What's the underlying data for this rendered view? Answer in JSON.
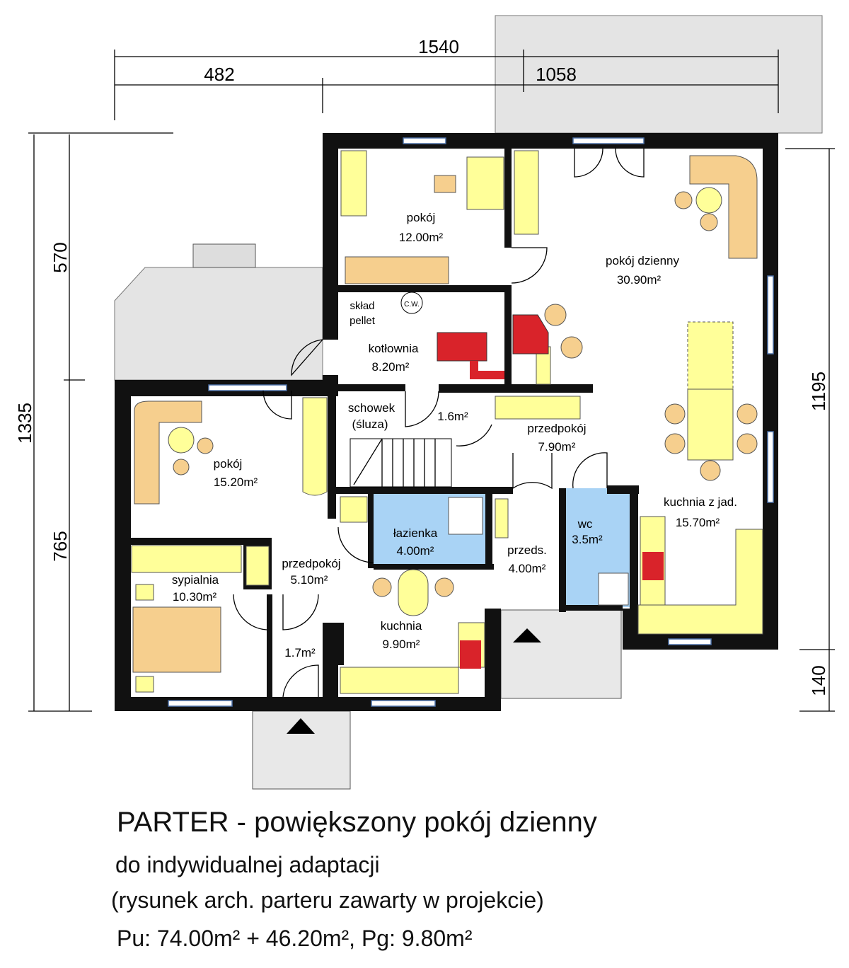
{
  "dimensions": {
    "total_width": "1540",
    "left_width": "482",
    "right_width": "1058",
    "total_depth": "1335",
    "upper_depth": "570",
    "lower_depth": "765",
    "right_depth": "1195",
    "right_offset": "140"
  },
  "rooms": [
    {
      "name": "pokój",
      "area": "12.00m²"
    },
    {
      "name": "pokój dzienny",
      "area": "30.90m²"
    },
    {
      "name": "skład",
      "area": "pellet"
    },
    {
      "name": "kotłownia",
      "area": "8.20m²"
    },
    {
      "name": "schowek",
      "area": "(śluza)"
    },
    {
      "name": "",
      "area": "1.6m²"
    },
    {
      "name": "przedpokój",
      "area": "7.90m²"
    },
    {
      "name": "pokój",
      "area": "15.20m²"
    },
    {
      "name": "łazienka",
      "area": "4.00m²"
    },
    {
      "name": "kuchnia z jad.",
      "area": "15.70m²"
    },
    {
      "name": "wc",
      "area": "3.5m²"
    },
    {
      "name": "przeds.",
      "area": "4.00m²"
    },
    {
      "name": "przedpokój",
      "area": "5.10m²"
    },
    {
      "name": "sypialnia",
      "area": "10.30m²"
    },
    {
      "name": "kuchnia",
      "area": "9.90m²"
    },
    {
      "name": "",
      "area": "1.7m²"
    }
  ],
  "symbols": {
    "boiler_label": "C.W."
  },
  "caption": {
    "title": "PARTER - powiększony pokój dzienny",
    "line2": "do indywidualnej adaptacji",
    "line3": "(rysunek arch. parteru zawarty w projekcie)",
    "areas": "Pu: 74.00m² + 46.20m²,  Pg: 9.80m²"
  },
  "colors": {
    "wall": "#111111",
    "furniture": "#ffff99",
    "upholstery": "#f6cf8e",
    "wet_room": "#a9d3f5",
    "stove": "#d9232a",
    "terrace": "#e4e4e4"
  }
}
